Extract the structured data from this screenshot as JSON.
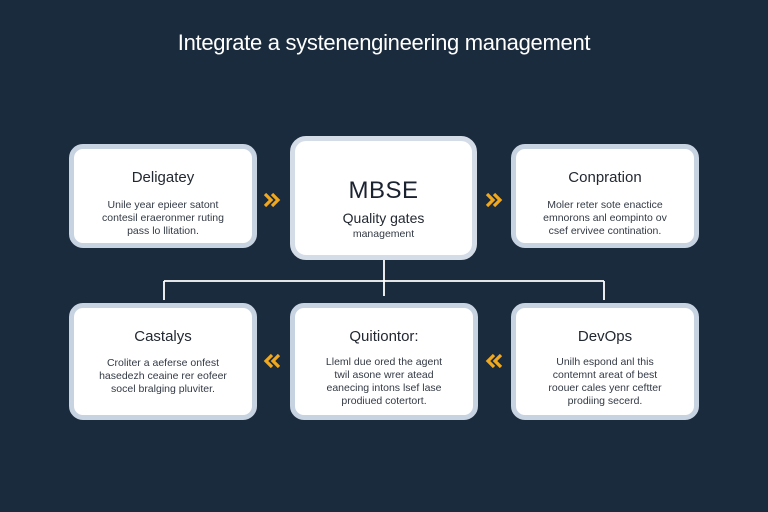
{
  "title": "Integrate a systenengineering management",
  "center": {
    "title": "MBSE",
    "subtitle": "Quality gates",
    "caption": "management"
  },
  "top_left": {
    "title": "Deligatey",
    "lines": [
      "Unile year epieer satont",
      "contesil eraeronmer ruting",
      "pass lo llitation."
    ]
  },
  "top_right": {
    "title": "Conpration",
    "lines": [
      "Moler reter sote enactice",
      "emnorons anl eompinto ov",
      "csef ervivee contination."
    ]
  },
  "bottom_left": {
    "title": "Castalys",
    "lines": [
      "Croliter a aeferse onfest",
      "hasedezh ceaine rer eofeer",
      "socel bralging pluviter."
    ]
  },
  "bottom_center": {
    "title": "Quitiontor:",
    "lines": [
      "Lleml due ored the agent",
      "twil asone wrer atead",
      "eanecing intons lsef lase",
      "prodiued cotertort."
    ]
  },
  "bottom_right": {
    "title": "DevOps",
    "lines": [
      "Unilh espond anl this",
      "contemnt areat of best",
      "roouer cales yenr ceftter",
      "prodiing secerd."
    ]
  },
  "colors": {
    "background": "#1b2b3e",
    "card_border": "#c8d3e2",
    "chevron": "#f2a81d",
    "connector": "#ffffff"
  },
  "icons": {
    "arrow_right": "double-chevron-right",
    "arrow_left": "double-chevron-left"
  }
}
